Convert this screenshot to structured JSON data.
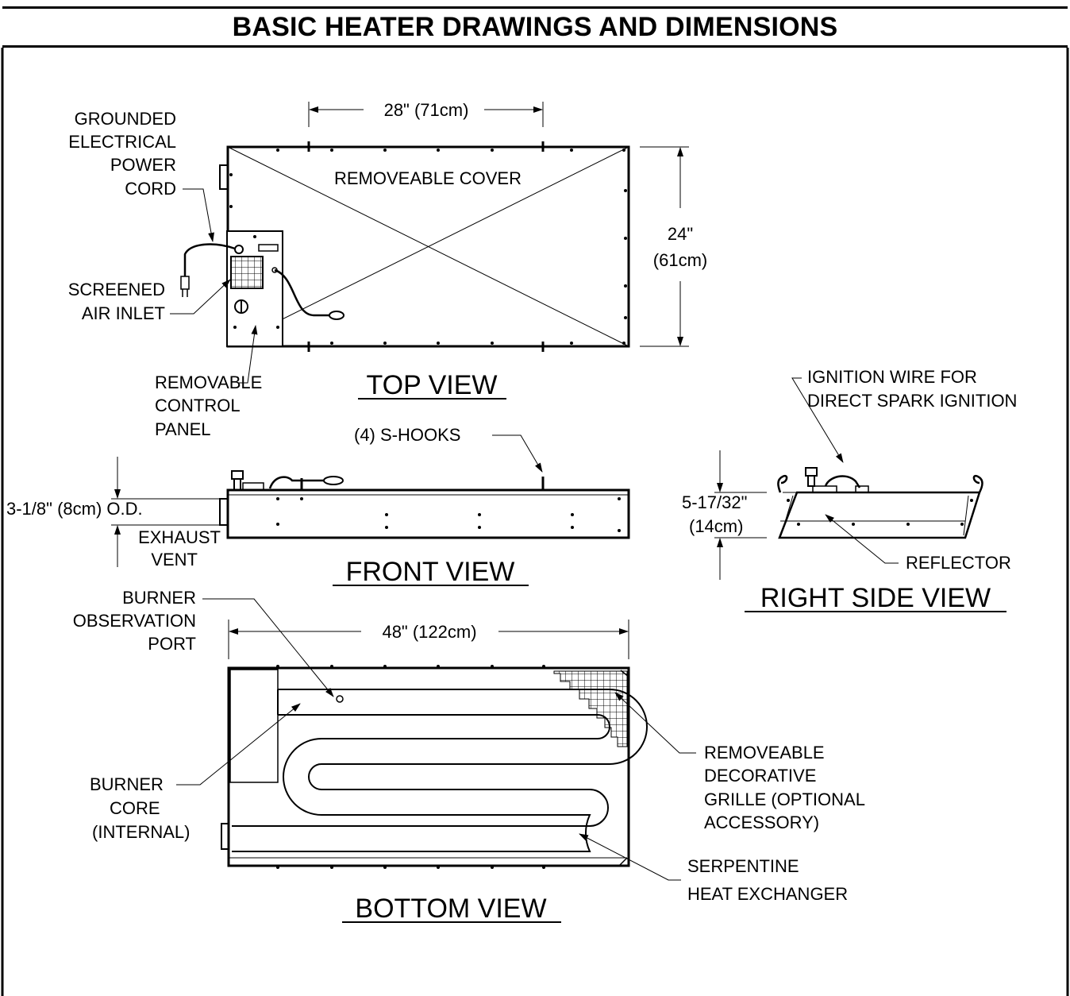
{
  "title": "BASIC HEATER DRAWINGS AND DIMENSIONS",
  "views": {
    "top": "TOP VIEW",
    "front": "FRONT VIEW",
    "right": "RIGHT SIDE VIEW",
    "bottom": "BOTTOM VIEW"
  },
  "dimensions": {
    "width_28": "28\" (71cm)",
    "depth_24_a": "24\"",
    "depth_24_b": "(61cm)",
    "od": "3-1/8\" (8cm) O.D.",
    "height_a": "5-17/32\"",
    "height_b": "(14cm)",
    "length_48": "48\" (122cm)"
  },
  "labels": {
    "power_cord": [
      "GROUNDED",
      "ELECTRICAL",
      "POWER",
      "CORD"
    ],
    "air_inlet": [
      "SCREENED",
      "AIR INLET"
    ],
    "cover": "REMOVEABLE COVER",
    "control_panel": [
      "REMOVABLE",
      "CONTROL",
      "PANEL"
    ],
    "s_hooks": "(4) S-HOOKS",
    "exhaust": [
      "EXHAUST",
      "VENT"
    ],
    "ignition": [
      "IGNITION WIRE FOR",
      "DIRECT SPARK IGNITION"
    ],
    "reflector": "REFLECTOR",
    "observation": [
      "BURNER",
      "OBSERVATION",
      "PORT"
    ],
    "burner_core": [
      "BURNER",
      "CORE",
      "(INTERNAL)"
    ],
    "grille": [
      "REMOVEABLE",
      "DECORATIVE",
      "GRILLE (OPTIONAL",
      "ACCESSORY)"
    ],
    "serpentine": [
      "SERPENTINE",
      "HEAT EXCHANGER"
    ]
  }
}
